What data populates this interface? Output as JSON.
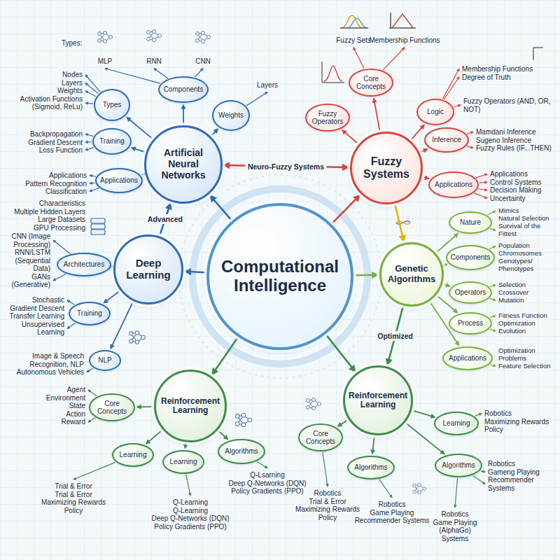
{
  "diagram": {
    "nodes": [
      {
        "text": [
          "Computational Intelligence"
        ]
      },
      {
        "text": [
          "Artificial Neural Networks"
        ]
      },
      {
        "text": [
          "Fuzzy Systems"
        ]
      },
      {
        "text": [
          "Deep Learning"
        ]
      },
      {
        "text": [
          "Genetic Algorithms"
        ]
      },
      {
        "text": [
          "Reinforcement Learning"
        ]
      },
      {
        "text": [
          "Reinforcement Learning"
        ]
      },
      {
        "text": [
          "Types"
        ]
      },
      {
        "text": [
          "Components"
        ]
      },
      {
        "text": [
          "Weights"
        ]
      },
      {
        "text": [
          "Training"
        ]
      },
      {
        "text": [
          "Applications"
        ]
      },
      {
        "text": [
          "Fuzzy Operators"
        ]
      },
      {
        "text": [
          "Core Concepts"
        ]
      },
      {
        "text": [
          "Logic"
        ]
      },
      {
        "text": [
          "Inference"
        ]
      },
      {
        "text": [
          "Applications"
        ]
      },
      {
        "text": [
          "Architectures"
        ]
      },
      {
        "text": [
          "Training"
        ]
      },
      {
        "text": [
          "NLP"
        ]
      },
      {
        "text": [
          "Nature"
        ]
      },
      {
        "text": [
          "Components"
        ]
      },
      {
        "text": [
          "Operators"
        ]
      },
      {
        "text": [
          "Process"
        ]
      },
      {
        "text": [
          "Applications"
        ]
      },
      {
        "text": [
          "Core Concepts"
        ]
      },
      {
        "text": [
          "Learning"
        ]
      },
      {
        "text": [
          "Learning"
        ]
      },
      {
        "text": [
          "Algorithms"
        ]
      },
      {
        "text": [
          "Learning"
        ]
      },
      {
        "text": [
          "Core Concepts"
        ]
      },
      {
        "text": [
          "Algorithms"
        ]
      },
      {
        "text": [
          "Algorithms"
        ]
      }
    ],
    "edges": [
      {
        "from": 0,
        "to": 1,
        "arrow": "to"
      },
      {
        "from": 0,
        "to": 2,
        "arrow": "to"
      },
      {
        "from": 0,
        "to": 3,
        "arrow": "to"
      },
      {
        "from": 0,
        "to": 4,
        "arrow": "to"
      },
      {
        "from": 0,
        "to": 5,
        "arrow": "to"
      },
      {
        "from": 0,
        "to": 6,
        "arrow": "to"
      },
      {
        "from": 1,
        "to": 2,
        "label": "Neuro-Fuzzy Systems",
        "arrow": "both"
      },
      {
        "from": 3,
        "to": 1,
        "label": "Advanced",
        "arrow": "to"
      },
      {
        "from": 2,
        "to": 4,
        "arrow": "to"
      },
      {
        "from": 4,
        "to": 6,
        "label": "Optimized",
        "arrow": "to"
      },
      {
        "from": 1,
        "to": 7,
        "arrow": "to"
      },
      {
        "from": 1,
        "to": 8,
        "arrow": "to"
      },
      {
        "from": 1,
        "to": 9,
        "arrow": "to"
      },
      {
        "from": 1,
        "to": 10,
        "arrow": "to"
      },
      {
        "from": 1,
        "to": 11,
        "arrow": "to"
      },
      {
        "from": 2,
        "to": 12,
        "arrow": "to"
      },
      {
        "from": 2,
        "to": 13,
        "arrow": "to"
      },
      {
        "from": 2,
        "to": 14,
        "arrow": "to"
      },
      {
        "from": 2,
        "to": 15,
        "arrow": "to"
      },
      {
        "from": 2,
        "to": 16,
        "arrow": "to"
      },
      {
        "from": 3,
        "to": 17,
        "arrow": "to"
      },
      {
        "from": 3,
        "to": 18,
        "arrow": "to"
      },
      {
        "from": 3,
        "to": 19,
        "arrow": "to"
      },
      {
        "from": 4,
        "to": 20,
        "arrow": "to"
      },
      {
        "from": 4,
        "to": 21,
        "arrow": "to"
      },
      {
        "from": 4,
        "to": 22,
        "arrow": "to"
      },
      {
        "from": 4,
        "to": 23,
        "arrow": "to"
      },
      {
        "from": 4,
        "to": 24,
        "arrow": "to"
      },
      {
        "from": 5,
        "to": 25,
        "arrow": "to"
      },
      {
        "from": 5,
        "to": 26,
        "arrow": "to"
      },
      {
        "from": 5,
        "to": 27,
        "arrow": "to"
      },
      {
        "from": 5,
        "to": 28,
        "arrow": "to"
      },
      {
        "from": 6,
        "to": 29,
        "arrow": "to"
      },
      {
        "from": 6,
        "to": 30,
        "arrow": "to"
      },
      {
        "from": 6,
        "to": 31,
        "arrow": "to"
      },
      {
        "from": 6,
        "to": 32,
        "arrow": "to"
      }
    ],
    "labels": [
      "Types:",
      "MLP",
      "RNN",
      "CNN",
      "Layers",
      "Nodes",
      "Layers",
      "Weights",
      "Activation Functions (Sigmoid, ReLu)",
      "Backpropagation",
      "Gradient Descent",
      "Loss Function",
      "Applications",
      "Pattern Recognition",
      "Classification",
      "Fuzzy Sets",
      "Membership Functions",
      "Membership Functions",
      "Degree of Truth",
      "Fuzzy Operators (AND, OR, NOT)",
      "Mamdani Inference",
      "Sugeno Inference",
      "Fuzzy Rules (IF...THEN)",
      "Applications",
      "Control Systems",
      "Decision Making",
      "Uncertainty",
      "Characteristics",
      "Multiple Hidden Layers",
      "Large Datasets",
      "GPU Processing",
      "CNN (Image Processing)",
      "RNN/LSTM (Sequential Data)",
      "GANs (Generative)",
      "Stochastic",
      "Gradient Descent",
      "Transfer Learning",
      "Unsupervised Learning",
      "Image & Speech",
      "Recognition, NLP",
      "Autonomous Vehicles",
      "Mimics",
      "Natural Selection",
      "Survival of the Fittest",
      "Population",
      "Chromosomes",
      "Genotypes/ Phenotypes",
      "Selection",
      "Crossover",
      "Mutation",
      "Fitness Function",
      "Optimization",
      "Evolution",
      "Optimization Problems",
      "Feature Selection",
      "Agent",
      "Environment",
      "State",
      "Action",
      "Reward",
      "Trial & Error",
      "Trial & Error",
      "Maximizing Rewards",
      "Policy",
      "Q-Learning",
      "Q-Learning",
      "Deep Q-Networks (DQN)",
      "Policy Gradients (PPO)",
      "Q-Lsarning",
      "Deep Q-Networks (DQN)",
      "Policy Gradients (PPO)",
      "Robotics",
      "Maximizing Rewards",
      "Policy",
      "Robotics",
      "Trial & Error",
      "Maximizing Rewards",
      "Policy",
      "Robotics",
      "Game Playing",
      "Recommender Systems",
      "Robotics",
      "Gameng Playing",
      "Recommender Systems",
      "Robotics",
      "Game Playing",
      "(AlphaGo)",
      "Systems"
    ]
  }
}
